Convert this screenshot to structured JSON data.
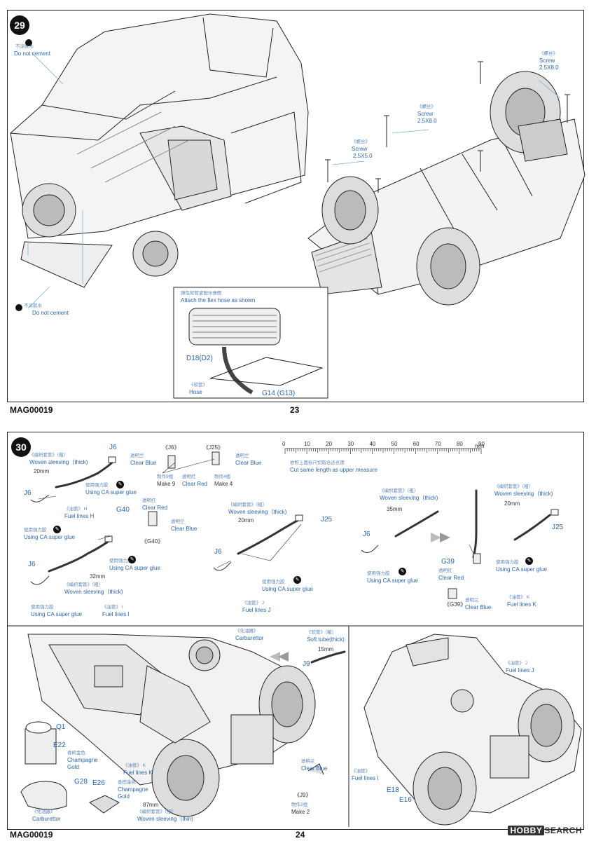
{
  "page_top": {
    "step": "29",
    "footer_code": "MAG00019",
    "page_number": "23",
    "labels": {
      "no_cement_1_zh": "不涂胶水",
      "no_cement_1": "Do not cement",
      "no_cement_2_zh": "不涂胶水",
      "no_cement_2": "Do not cement",
      "screw_a_zh": "《螺丝》",
      "screw_a": "Screw",
      "screw_a_size": "2.5X8.0",
      "screw_b_zh": "《螺丝》",
      "screw_b": "Screw",
      "screw_b_size": "2.5X8.0",
      "screw_c_zh": "《螺丝》",
      "screw_c": "Screw",
      "screw_c_size": "2.5X5.0"
    },
    "inset": {
      "title_zh": "弹性软管紧配示意图",
      "title": "Attach the flex hose as shown",
      "part_d": "D18(D2)",
      "hose_zh": "《软管》",
      "hose": "Hose",
      "part_g": "G14 (G13)"
    }
  },
  "page_bottom": {
    "step": "30",
    "footer_code": "MAG00019",
    "page_number": "24",
    "ruler": {
      "ticks": [
        "0",
        "10",
        "20",
        "30",
        "40",
        "50",
        "60",
        "70",
        "80",
        "90"
      ],
      "unit": "mm",
      "note_zh": "依照上面标尺切取合适长度",
      "note": "Cut same length as upper measure"
    },
    "left": {
      "j6_top": "J6",
      "sleeving_zh": "《编织套管》（粗）",
      "sleeving": "Woven sleeving（thick)",
      "len_20": "20mm",
      "glue1_zh": "使用强力胶",
      "glue1": "Using CA super glue",
      "j6_mid": "J6",
      "fuel_h_zh": "《油管》 H",
      "fuel_h": "Fuel lines H",
      "glue2_zh": "使用强力胶",
      "glue2": "Using CA super glue",
      "j6_low": "J6",
      "len_32": "32mm",
      "sleeving2_zh": "《编织套管》（粗）",
      "sleeving2": "Woven sleeving（thick)",
      "glue3_zh": "使用强力胶",
      "glue3": "Using CA super glue",
      "glue4_zh": "使用强力胶",
      "glue4": "Using CA super glue",
      "fuel_i_zh": "《油管》 I",
      "fuel_i": "Fuel lines I"
    },
    "center": {
      "j6_label": "《J6》",
      "clear_blue_zh": "透明兰",
      "clear_blue": "Clear Blue",
      "make9_zh": "制作9组",
      "make9": "Make 9",
      "clear_red_zh": "透明红",
      "clear_red": "Clear Red",
      "j25_label": "《J25》",
      "clear_blue2_zh": "透明兰",
      "clear_blue2": "Clear Blue",
      "make4_zh": "制作4组",
      "make4": "Make 4",
      "g40": "G40",
      "clear_red2_zh": "透明红",
      "clear_red2": "Clear Red",
      "clear_blue3_zh": "透明兰",
      "clear_blue3": "Clear Blue",
      "g40_label": "《G40》",
      "sleeving_zh": "《编织套管》（粗）",
      "sleeving": "Woven sleeving（thick)",
      "len_20": "20mm",
      "j25": "J25",
      "j6": "J6",
      "glue_zh": "使用强力胶",
      "glue": "Using CA super glue",
      "fuel_j_zh": "《油管》 J",
      "fuel_j": "Fuel lines J"
    },
    "right": {
      "sleeving_zh": "《编织套管》（粗）",
      "sleeving": "Woven sleeving（thick)",
      "len_35": "35mm",
      "j6": "J6",
      "glue_zh": "使用强力胶",
      "glue": "Using CA super glue",
      "sleeving2_zh": "《编织套管》（粗）",
      "sleeving2": "Woven sleeving（thick)",
      "len_20": "20mm",
      "j25": "J25",
      "g39": "G39",
      "clear_red_zh": "透明红",
      "clear_red": "Clear Red",
      "glue2_zh": "使用强力胶",
      "glue2": "Using CA super glue",
      "g39_label": "《G39》",
      "clear_blue_zh": "透明兰",
      "clear_blue": "Clear Blue",
      "fuel_k_zh": "《油管》 K",
      "fuel_k": "Fuel lines K"
    },
    "lower_left": {
      "carb_zh": "《化油器》",
      "carb": "Carburettor",
      "soft_zh": "《软管》（粗）",
      "soft": "Soft tube(thick)",
      "len_15": "15mm",
      "j9": "J9",
      "q1": "Q1",
      "e22": "E22",
      "champ_zh": "香槟金色",
      "champ": "Champagne",
      "gold": "Gold",
      "g28": "G28",
      "e26": "E26",
      "fuel_k_zh": "《油管》 K",
      "fuel_k": "Fuel lines K",
      "champ2_zh": "香槟金色",
      "champ2": "Champagne",
      "gold2": "Gold",
      "len_87": "87mm",
      "sleeving_zh": "《编织套管》（细）",
      "sleeving": "Woven sleeving（thin)",
      "carb2_zh": "《化油器》",
      "carb2": "Carburettor",
      "clear_blue_zh": "透明兰",
      "clear_blue": "Clear Blue",
      "j9_label": "《J9》",
      "make2_zh": "制作2组",
      "make2": "Make 2"
    },
    "lower_right": {
      "fuel_j_zh": "《油管》 J",
      "fuel_j": "Fuel lines J",
      "fuel_i_zh": "《油管》",
      "fuel_i": "Fuel lines I",
      "e18": "E18",
      "e16": "E16"
    }
  },
  "watermark": {
    "brand": "HOBBY",
    "suffix": "SEARCH"
  }
}
